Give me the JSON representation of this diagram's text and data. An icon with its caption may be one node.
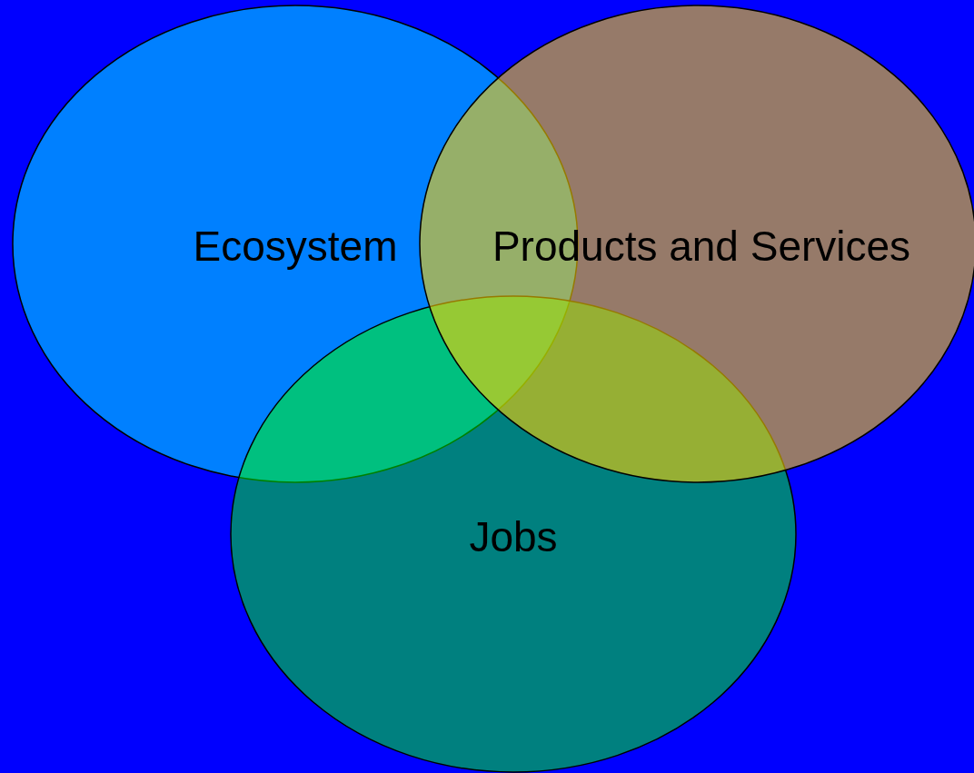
{
  "diagram": {
    "nodes": [
      {
        "text": [
          "Ecosystem"
        ]
      },
      {
        "text": [
          "Jobs"
        ]
      },
      {
        "text": [
          "Products and Services"
        ]
      }
    ]
  }
}
